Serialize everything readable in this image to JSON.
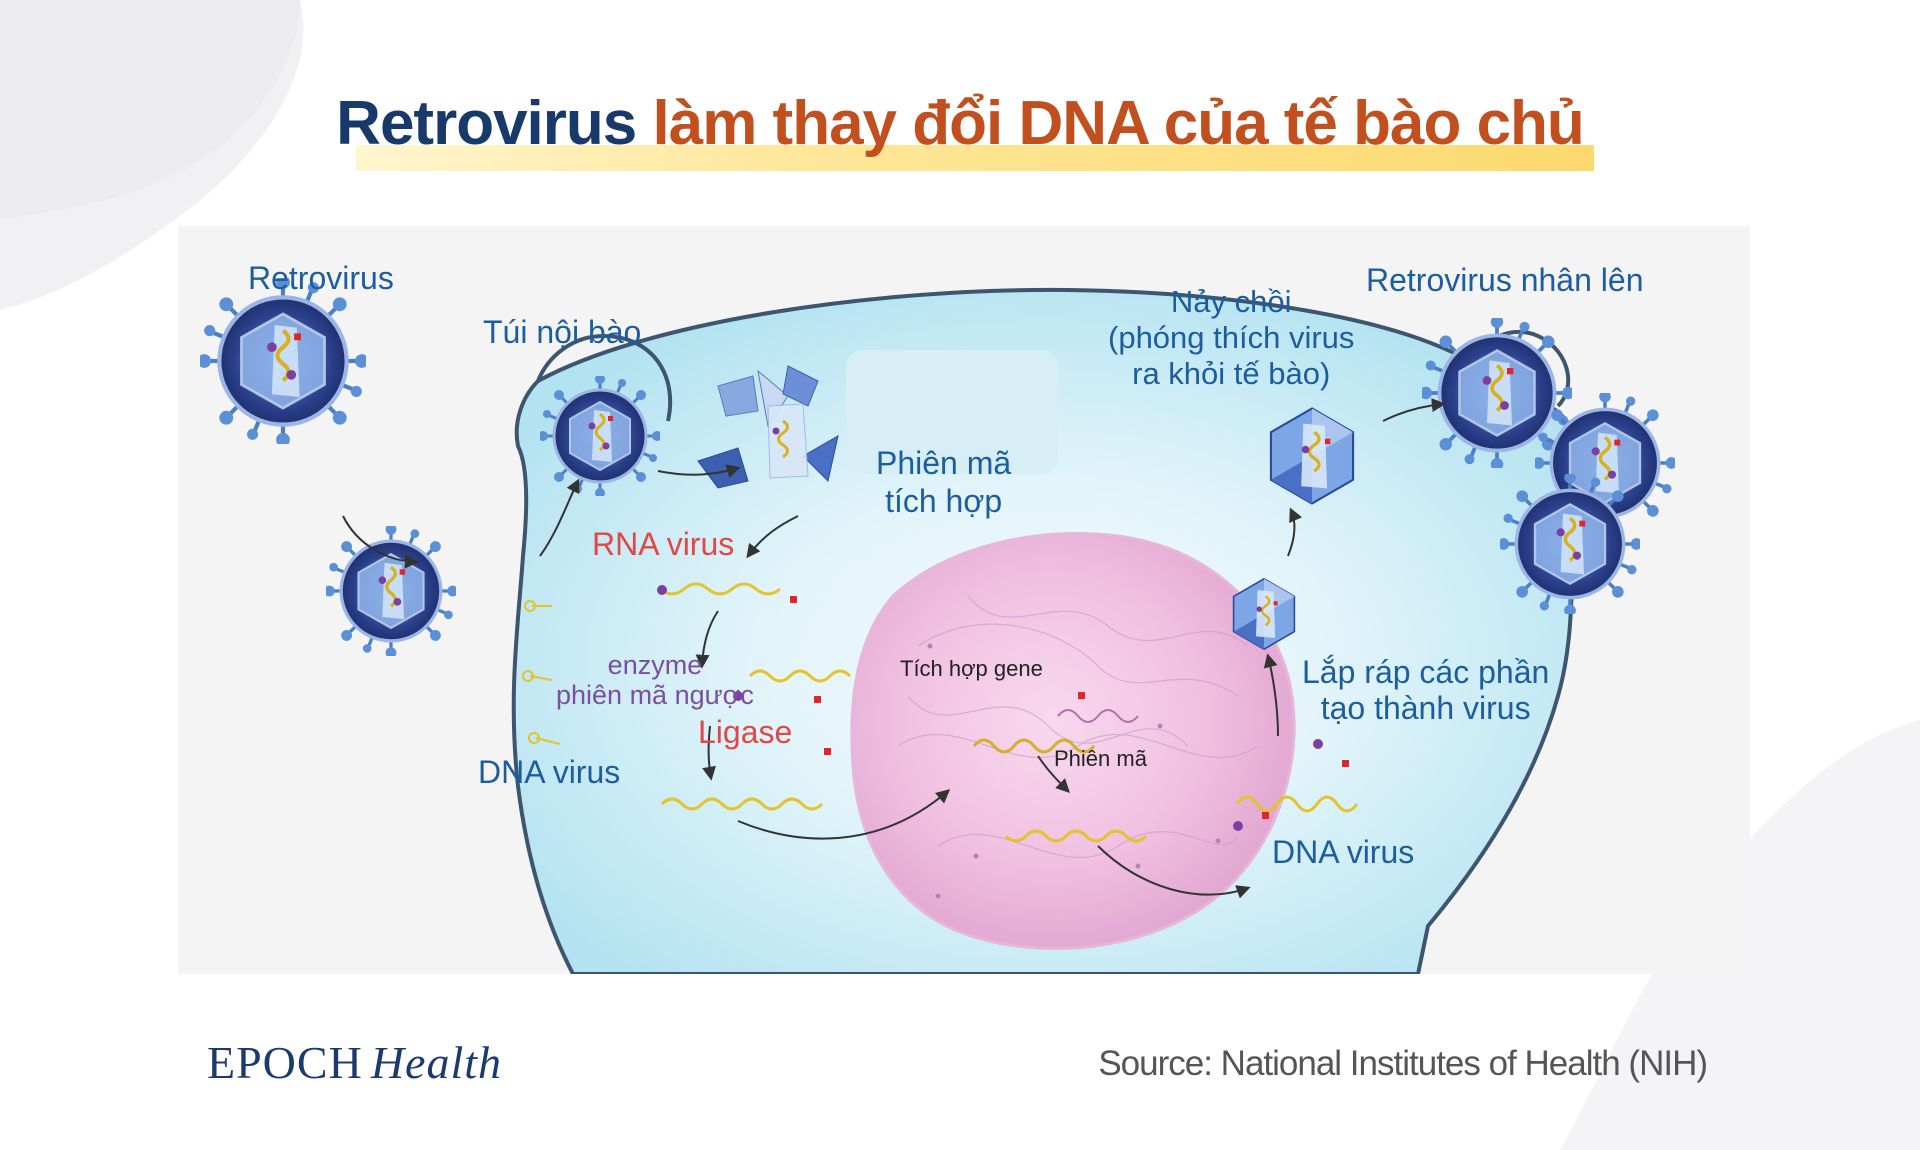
{
  "title": {
    "part1": "Retrovirus",
    "part2": "làm thay đổi DNA của tế bào chủ"
  },
  "labels": {
    "retrovirus": "Retrovirus",
    "endosome": "Túi nội bào",
    "integrated_transcription": [
      "Phiên mã",
      "tích hợp"
    ],
    "rna_virus": "RNA virus",
    "enzyme": [
      "enzyme",
      "phiên mã ngược"
    ],
    "ligase": "Ligase",
    "dna_virus_left": "DNA virus",
    "gene_integration": "Tích hợp gene",
    "transcription": "Phiên mã",
    "dna_virus_right": "DNA virus",
    "assembly": [
      "Lắp ráp các phần",
      "tạo thành virus"
    ],
    "budding": [
      "Nảy chồi",
      "(phóng thích virus",
      "ra khỏi tế bào)"
    ],
    "multiply": "Retrovirus nhân lên"
  },
  "colors": {
    "title_dark": "#173a6a",
    "title_accent": "#c2501f",
    "label_blue": "#1c5d9f",
    "label_red": "#e04848",
    "label_purple": "#7a4fa0"
  },
  "footer": {
    "logo_main": "EPOCH",
    "logo_sub": "Health",
    "source": "Source: National Institutes of Health (NIH)"
  }
}
